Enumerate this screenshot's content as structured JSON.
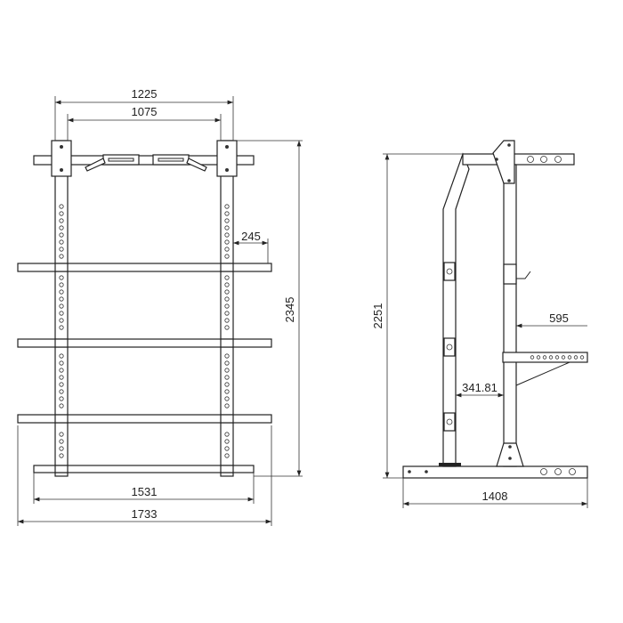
{
  "front_view": {
    "dims": {
      "outer_upright_width": "1225",
      "inner_upright_width": "1075",
      "arm_length": "245",
      "height": "2345",
      "base_width": "1531",
      "overall_width": "1733"
    }
  },
  "side_view": {
    "dims": {
      "height": "2251",
      "safety_arm": "595",
      "upright_gap": "341.81",
      "depth": "1408"
    }
  },
  "colors": {
    "line": "#222222",
    "background": "#ffffff"
  }
}
